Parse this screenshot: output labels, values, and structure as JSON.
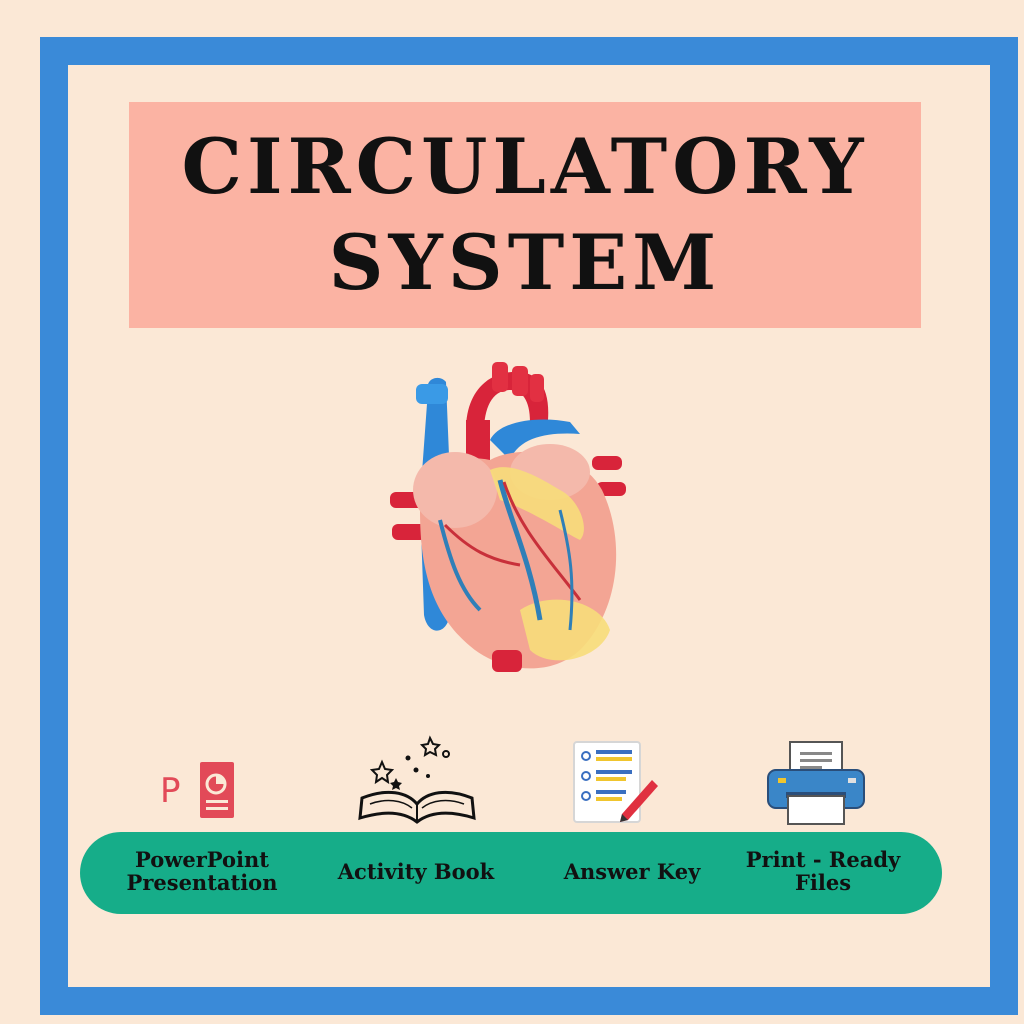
{
  "title": {
    "line1": "CIRCULATORY",
    "line2": "SYSTEM"
  },
  "colors": {
    "background": "#fbe8d6",
    "frame": "#3a8ad8",
    "title_box": "#fbb3a3",
    "feature_bar": "#16ad89"
  },
  "illustration": {
    "icon": "anatomical-heart-icon"
  },
  "features": [
    {
      "icon": "powerpoint-icon",
      "line1": "PowerPoint",
      "line2": "Presentation"
    },
    {
      "icon": "open-book-icon",
      "line1": "Activity Book"
    },
    {
      "icon": "checklist-icon",
      "line1": "Answer Key"
    },
    {
      "icon": "printer-icon",
      "line1": "Print - Ready",
      "line2": "Files"
    }
  ]
}
